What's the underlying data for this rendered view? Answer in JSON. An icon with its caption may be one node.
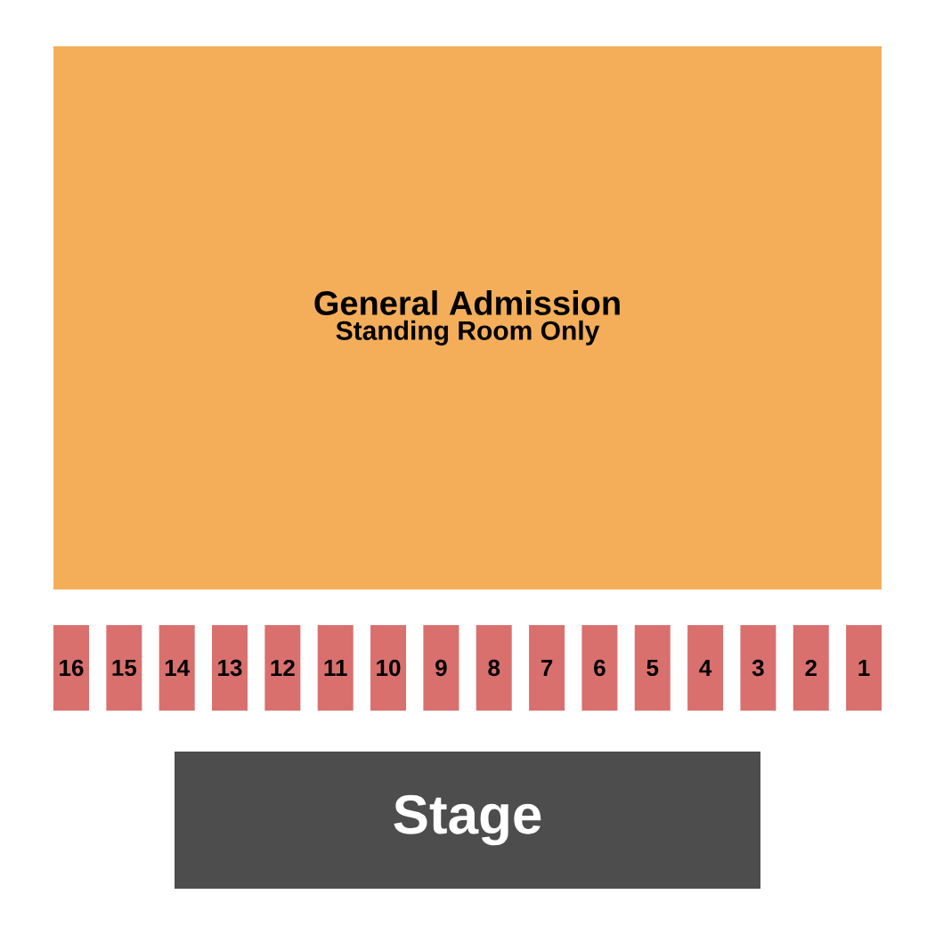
{
  "diagram": {
    "nodes": [
      {
        "text": [
          "General Admission",
          "Standing Room Only"
        ]
      },
      {
        "text": [
          "16"
        ]
      },
      {
        "text": [
          "15"
        ]
      },
      {
        "text": [
          "14"
        ]
      },
      {
        "text": [
          "13"
        ]
      },
      {
        "text": [
          "12"
        ]
      },
      {
        "text": [
          "11"
        ]
      },
      {
        "text": [
          "10"
        ]
      },
      {
        "text": [
          "9"
        ]
      },
      {
        "text": [
          "8"
        ]
      },
      {
        "text": [
          "7"
        ]
      },
      {
        "text": [
          "6"
        ]
      },
      {
        "text": [
          "5"
        ]
      },
      {
        "text": [
          "4"
        ]
      },
      {
        "text": [
          "3"
        ]
      },
      {
        "text": [
          "2"
        ]
      },
      {
        "text": [
          "1"
        ]
      },
      {
        "text": [
          "Stage"
        ]
      }
    ]
  }
}
